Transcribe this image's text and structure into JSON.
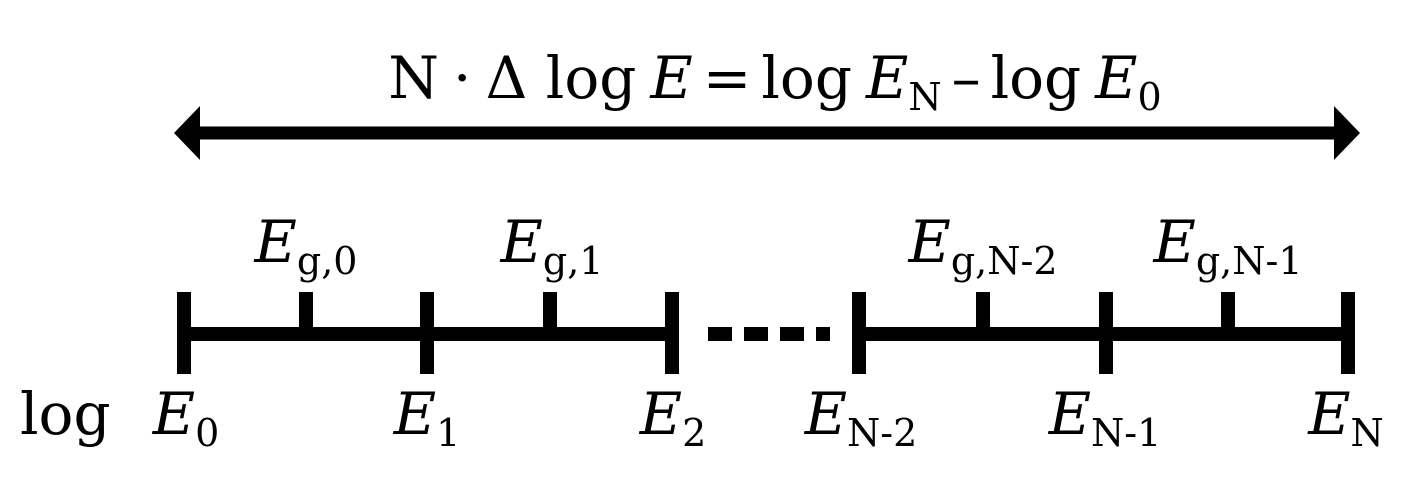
{
  "equation": {
    "n": "N",
    "dot": "·",
    "delta_log": "Δ log",
    "e_var": "E",
    "equals": "=",
    "log_a": "log",
    "e_a": "E",
    "sub_a": "N",
    "minus": "–",
    "log_b": "log",
    "e_b": "E",
    "sub_b": "0"
  },
  "axis_prefix": "log",
  "boundaries": [
    {
      "base": "E",
      "sub": "0"
    },
    {
      "base": "E",
      "sub": "1"
    },
    {
      "base": "E",
      "sub": "2"
    },
    {
      "base": "E",
      "sub": "N-2"
    },
    {
      "base": "E",
      "sub": "N-1"
    },
    {
      "base": "E",
      "sub": "N"
    }
  ],
  "group_centers": [
    {
      "base": "E",
      "sub": "g,0"
    },
    {
      "base": "E",
      "sub": "g,1"
    },
    {
      "base": "E",
      "sub": "g,N-2"
    },
    {
      "base": "E",
      "sub": "g,N-1"
    }
  ],
  "colors": {
    "ink": "#000000",
    "background": "#ffffff"
  }
}
